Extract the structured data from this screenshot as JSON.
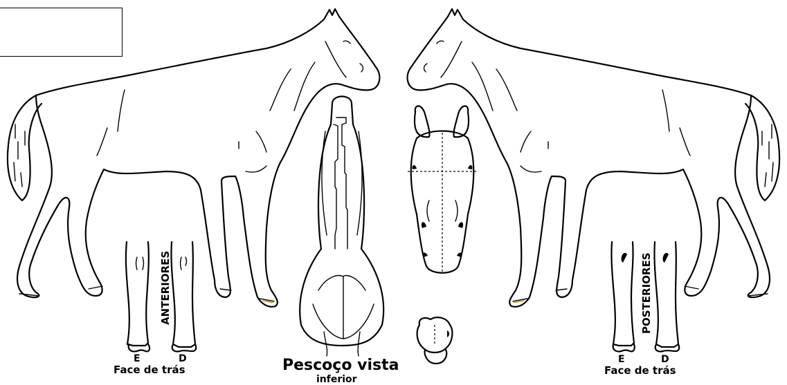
{
  "id_box": {
    "value": ""
  },
  "front_legs": {
    "label": "ANTERIORES",
    "left": "E",
    "right": "D",
    "caption": "Face de trás"
  },
  "hind_legs": {
    "label": "POSTERIORES",
    "left": "E",
    "right": "D",
    "caption": "Face de trás"
  },
  "neck": {
    "title": "Pescoço vista",
    "subtitle": "inferior"
  }
}
